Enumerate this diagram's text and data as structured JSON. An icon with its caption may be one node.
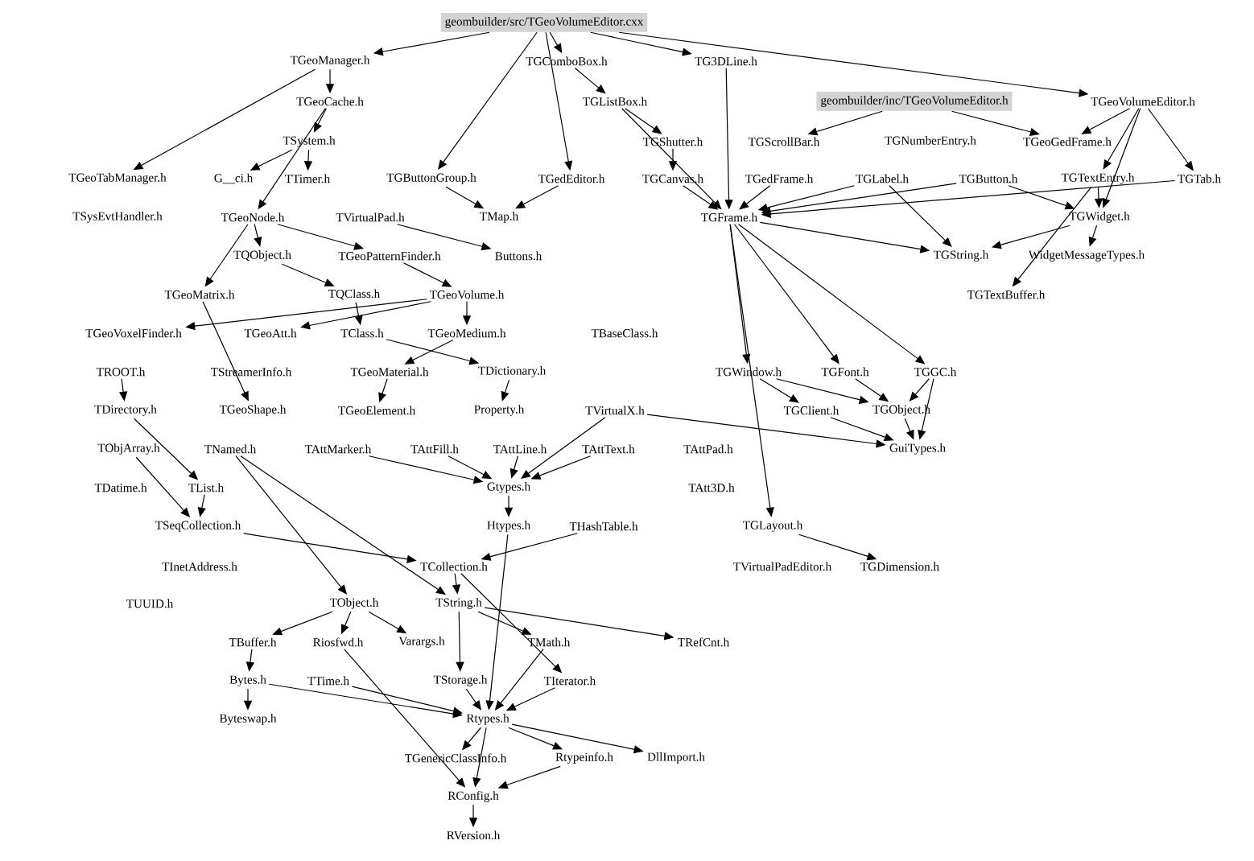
{
  "diagram": {
    "nodes": [
      {
        "text": [
          "geombuilder/src/TGeoVolumeEditor.cxx"
        ]
      },
      {
        "text": [
          "TGeoManager.h"
        ]
      },
      {
        "text": [
          "TGComboBox.h"
        ]
      },
      {
        "text": [
          "TG3DLine.h"
        ]
      },
      {
        "text": [
          "geombuilder/inc/TGeoVolumeEditor.h"
        ]
      },
      {
        "text": [
          "TGeoVolumeEditor.h"
        ]
      },
      {
        "text": [
          "TGeoCache.h"
        ]
      },
      {
        "text": [
          "TGListBox.h"
        ]
      },
      {
        "text": [
          "TSystem.h"
        ]
      },
      {
        "text": [
          "TGShutter.h"
        ]
      },
      {
        "text": [
          "TGScrollBar.h"
        ]
      },
      {
        "text": [
          "TGNumberEntry.h"
        ]
      },
      {
        "text": [
          "TGeoGedFrame.h"
        ]
      },
      {
        "text": [
          "TGeoTabManager.h"
        ]
      },
      {
        "text": [
          "G__ci.h"
        ]
      },
      {
        "text": [
          "TTimer.h"
        ]
      },
      {
        "text": [
          "TGButtonGroup.h"
        ]
      },
      {
        "text": [
          "TGedEditor.h"
        ]
      },
      {
        "text": [
          "TGCanvas.h"
        ]
      },
      {
        "text": [
          "TGedFrame.h"
        ]
      },
      {
        "text": [
          "TGLabel.h"
        ]
      },
      {
        "text": [
          "TGButton.h"
        ]
      },
      {
        "text": [
          "TGTextEntry.h"
        ]
      },
      {
        "text": [
          "TGTab.h"
        ]
      },
      {
        "text": [
          "TSysEvtHandler.h"
        ]
      },
      {
        "text": [
          "TGeoNode.h"
        ]
      },
      {
        "text": [
          "TVirtualPad.h"
        ]
      },
      {
        "text": [
          "TMap.h"
        ]
      },
      {
        "text": [
          "TGFrame.h"
        ]
      },
      {
        "text": [
          "TGWidget.h"
        ]
      },
      {
        "text": [
          "TQObject.h"
        ]
      },
      {
        "text": [
          "TGeoPatternFinder.h"
        ]
      },
      {
        "text": [
          "Buttons.h"
        ]
      },
      {
        "text": [
          "TGString.h"
        ]
      },
      {
        "text": [
          "WidgetMessageTypes.h"
        ]
      },
      {
        "text": [
          "TGeoMatrix.h"
        ]
      },
      {
        "text": [
          "TQClass.h"
        ]
      },
      {
        "text": [
          "TGeoVolume.h"
        ]
      },
      {
        "text": [
          "TGTextBuffer.h"
        ]
      },
      {
        "text": [
          "TGeoVoxelFinder.h"
        ]
      },
      {
        "text": [
          "TGeoAtt.h"
        ]
      },
      {
        "text": [
          "TClass.h"
        ]
      },
      {
        "text": [
          "TGeoMedium.h"
        ]
      },
      {
        "text": [
          "TBaseClass.h"
        ]
      },
      {
        "text": [
          "TROOT.h"
        ]
      },
      {
        "text": [
          "TStreamerInfo.h"
        ]
      },
      {
        "text": [
          "TGeoMaterial.h"
        ]
      },
      {
        "text": [
          "TDictionary.h"
        ]
      },
      {
        "text": [
          "TGWindow.h"
        ]
      },
      {
        "text": [
          "TGFont.h"
        ]
      },
      {
        "text": [
          "TGGC.h"
        ]
      },
      {
        "text": [
          "TDirectory.h"
        ]
      },
      {
        "text": [
          "TGeoShape.h"
        ]
      },
      {
        "text": [
          "TGeoElement.h"
        ]
      },
      {
        "text": [
          "Property.h"
        ]
      },
      {
        "text": [
          "TVirtualX.h"
        ]
      },
      {
        "text": [
          "TGClient.h"
        ]
      },
      {
        "text": [
          "TGObject.h"
        ]
      },
      {
        "text": [
          "TObjArray.h"
        ]
      },
      {
        "text": [
          "TNamed.h"
        ]
      },
      {
        "text": [
          "TAttMarker.h"
        ]
      },
      {
        "text": [
          "TAttFill.h"
        ]
      },
      {
        "text": [
          "TAttLine.h"
        ]
      },
      {
        "text": [
          "TAttText.h"
        ]
      },
      {
        "text": [
          "TAttPad.h"
        ]
      },
      {
        "text": [
          "GuiTypes.h"
        ]
      },
      {
        "text": [
          "TDatime.h"
        ]
      },
      {
        "text": [
          "TList.h"
        ]
      },
      {
        "text": [
          "Gtypes.h"
        ]
      },
      {
        "text": [
          "TAtt3D.h"
        ]
      },
      {
        "text": [
          "TSeqCollection.h"
        ]
      },
      {
        "text": [
          "Htypes.h"
        ]
      },
      {
        "text": [
          "THashTable.h"
        ]
      },
      {
        "text": [
          "TGLayout.h"
        ]
      },
      {
        "text": [
          "TInetAddress.h"
        ]
      },
      {
        "text": [
          "TCollection.h"
        ]
      },
      {
        "text": [
          "TVirtualPadEditor.h"
        ]
      },
      {
        "text": [
          "TGDimension.h"
        ]
      },
      {
        "text": [
          "TUUID.h"
        ]
      },
      {
        "text": [
          "TObject.h"
        ]
      },
      {
        "text": [
          "TString.h"
        ]
      },
      {
        "text": [
          "TBuffer.h"
        ]
      },
      {
        "text": [
          "Riosfwd.h"
        ]
      },
      {
        "text": [
          "Varargs.h"
        ]
      },
      {
        "text": [
          "TMath.h"
        ]
      },
      {
        "text": [
          "TRefCnt.h"
        ]
      },
      {
        "text": [
          "Bytes.h"
        ]
      },
      {
        "text": [
          "TTime.h"
        ]
      },
      {
        "text": [
          "TStorage.h"
        ]
      },
      {
        "text": [
          "TIterator.h"
        ]
      },
      {
        "text": [
          "Byteswap.h"
        ]
      },
      {
        "text": [
          "Rtypes.h"
        ]
      },
      {
        "text": [
          "TGenericClassInfo.h"
        ]
      },
      {
        "text": [
          "Rtypeinfo.h"
        ]
      },
      {
        "text": [
          "DllImport.h"
        ]
      },
      {
        "text": [
          "RConfig.h"
        ]
      },
      {
        "text": [
          "RVersion.h"
        ]
      }
    ],
    "edges": [
      {
        "from": 0,
        "to": 1,
        "arrow": "to"
      },
      {
        "from": 0,
        "to": 2,
        "arrow": "to"
      },
      {
        "from": 0,
        "to": 3,
        "arrow": "to"
      },
      {
        "from": 0,
        "to": 5,
        "arrow": "to"
      },
      {
        "from": 0,
        "to": 16,
        "arrow": "to"
      },
      {
        "from": 0,
        "to": 17,
        "arrow": "to"
      },
      {
        "from": 1,
        "to": 6,
        "arrow": "to"
      },
      {
        "from": 1,
        "to": 13,
        "arrow": "to"
      },
      {
        "from": 6,
        "to": 8,
        "arrow": "to"
      },
      {
        "from": 6,
        "to": 25,
        "arrow": "to"
      },
      {
        "from": 8,
        "to": 14,
        "arrow": "to"
      },
      {
        "from": 8,
        "to": 15,
        "arrow": "to"
      },
      {
        "from": 2,
        "to": 7,
        "arrow": "to"
      },
      {
        "from": 7,
        "to": 9,
        "arrow": "to"
      },
      {
        "from": 7,
        "to": 28,
        "arrow": "to"
      },
      {
        "from": 3,
        "to": 28,
        "arrow": "to"
      },
      {
        "from": 4,
        "to": 10,
        "arrow": "to"
      },
      {
        "from": 4,
        "to": 12,
        "arrow": "to"
      },
      {
        "from": 5,
        "to": 12,
        "arrow": "to"
      },
      {
        "from": 5,
        "to": 22,
        "arrow": "to"
      },
      {
        "from": 5,
        "to": 23,
        "arrow": "to"
      },
      {
        "from": 5,
        "to": 29,
        "arrow": "to"
      },
      {
        "from": 9,
        "to": 18,
        "arrow": "to"
      },
      {
        "from": 18,
        "to": 28,
        "arrow": "to"
      },
      {
        "from": 19,
        "to": 28,
        "arrow": "to"
      },
      {
        "from": 20,
        "to": 28,
        "arrow": "to"
      },
      {
        "from": 20,
        "to": 33,
        "arrow": "to"
      },
      {
        "from": 21,
        "to": 28,
        "arrow": "to"
      },
      {
        "from": 21,
        "to": 29,
        "arrow": "to"
      },
      {
        "from": 22,
        "to": 29,
        "arrow": "to"
      },
      {
        "from": 22,
        "to": 38,
        "arrow": "to"
      },
      {
        "from": 23,
        "to": 28,
        "arrow": "to"
      },
      {
        "from": 28,
        "to": 33,
        "arrow": "to"
      },
      {
        "from": 29,
        "to": 34,
        "arrow": "to"
      },
      {
        "from": 29,
        "to": 33,
        "arrow": "to"
      },
      {
        "from": 28,
        "to": 48,
        "arrow": "to"
      },
      {
        "from": 28,
        "to": 49,
        "arrow": "to"
      },
      {
        "from": 28,
        "to": 50,
        "arrow": "to"
      },
      {
        "from": 48,
        "to": 57,
        "arrow": "to"
      },
      {
        "from": 48,
        "to": 56,
        "arrow": "to"
      },
      {
        "from": 49,
        "to": 57,
        "arrow": "to"
      },
      {
        "from": 50,
        "to": 57,
        "arrow": "to"
      },
      {
        "from": 50,
        "to": 65,
        "arrow": "to"
      },
      {
        "from": 56,
        "to": 65,
        "arrow": "to"
      },
      {
        "from": 57,
        "to": 65,
        "arrow": "to"
      },
      {
        "from": 28,
        "to": 73,
        "arrow": "to"
      },
      {
        "from": 73,
        "to": 77,
        "arrow": "to"
      },
      {
        "from": 16,
        "to": 27,
        "arrow": "to"
      },
      {
        "from": 17,
        "to": 27,
        "arrow": "to"
      },
      {
        "from": 26,
        "to": 32,
        "arrow": "to"
      },
      {
        "from": 25,
        "to": 30,
        "arrow": "to"
      },
      {
        "from": 25,
        "to": 35,
        "arrow": "to"
      },
      {
        "from": 25,
        "to": 31,
        "arrow": "to"
      },
      {
        "from": 30,
        "to": 36,
        "arrow": "to"
      },
      {
        "from": 31,
        "to": 37,
        "arrow": "to"
      },
      {
        "from": 36,
        "to": 41,
        "arrow": "to"
      },
      {
        "from": 37,
        "to": 39,
        "arrow": "to"
      },
      {
        "from": 37,
        "to": 40,
        "arrow": "to"
      },
      {
        "from": 37,
        "to": 42,
        "arrow": "to"
      },
      {
        "from": 42,
        "to": 46,
        "arrow": "to"
      },
      {
        "from": 46,
        "to": 53,
        "arrow": "to"
      },
      {
        "from": 41,
        "to": 47,
        "arrow": "to"
      },
      {
        "from": 47,
        "to": 54,
        "arrow": "to"
      },
      {
        "from": 35,
        "to": 52,
        "arrow": "to"
      },
      {
        "from": 44,
        "to": 51,
        "arrow": "to"
      },
      {
        "from": 51,
        "to": 67,
        "arrow": "to"
      },
      {
        "from": 58,
        "to": 70,
        "arrow": "to"
      },
      {
        "from": 67,
        "to": 70,
        "arrow": "to"
      },
      {
        "from": 70,
        "to": 75,
        "arrow": "to"
      },
      {
        "from": 72,
        "to": 75,
        "arrow": "to"
      },
      {
        "from": 59,
        "to": 79,
        "arrow": "to"
      },
      {
        "from": 59,
        "to": 80,
        "arrow": "to"
      },
      {
        "from": 60,
        "to": 68,
        "arrow": "to"
      },
      {
        "from": 61,
        "to": 68,
        "arrow": "to"
      },
      {
        "from": 62,
        "to": 68,
        "arrow": "to"
      },
      {
        "from": 63,
        "to": 68,
        "arrow": "to"
      },
      {
        "from": 55,
        "to": 68,
        "arrow": "to"
      },
      {
        "from": 55,
        "to": 65,
        "arrow": "to"
      },
      {
        "from": 68,
        "to": 71,
        "arrow": "to"
      },
      {
        "from": 71,
        "to": 91,
        "arrow": "to"
      },
      {
        "from": 75,
        "to": 80,
        "arrow": "to"
      },
      {
        "from": 75,
        "to": 89,
        "arrow": "to"
      },
      {
        "from": 79,
        "to": 81,
        "arrow": "to"
      },
      {
        "from": 79,
        "to": 82,
        "arrow": "to"
      },
      {
        "from": 79,
        "to": 83,
        "arrow": "to"
      },
      {
        "from": 80,
        "to": 84,
        "arrow": "to"
      },
      {
        "from": 80,
        "to": 85,
        "arrow": "to"
      },
      {
        "from": 80,
        "to": 88,
        "arrow": "to"
      },
      {
        "from": 81,
        "to": 86,
        "arrow": "to"
      },
      {
        "from": 86,
        "to": 90,
        "arrow": "to"
      },
      {
        "from": 86,
        "to": 91,
        "arrow": "to"
      },
      {
        "from": 87,
        "to": 91,
        "arrow": "to"
      },
      {
        "from": 88,
        "to": 91,
        "arrow": "to"
      },
      {
        "from": 84,
        "to": 91,
        "arrow": "to"
      },
      {
        "from": 89,
        "to": 91,
        "arrow": "to"
      },
      {
        "from": 91,
        "to": 92,
        "arrow": "to"
      },
      {
        "from": 91,
        "to": 93,
        "arrow": "to"
      },
      {
        "from": 91,
        "to": 94,
        "arrow": "to"
      },
      {
        "from": 91,
        "to": 95,
        "arrow": "to"
      },
      {
        "from": 82,
        "to": 95,
        "arrow": "to"
      },
      {
        "from": 93,
        "to": 95,
        "arrow": "to"
      },
      {
        "from": 95,
        "to": 96,
        "arrow": "to"
      }
    ]
  }
}
